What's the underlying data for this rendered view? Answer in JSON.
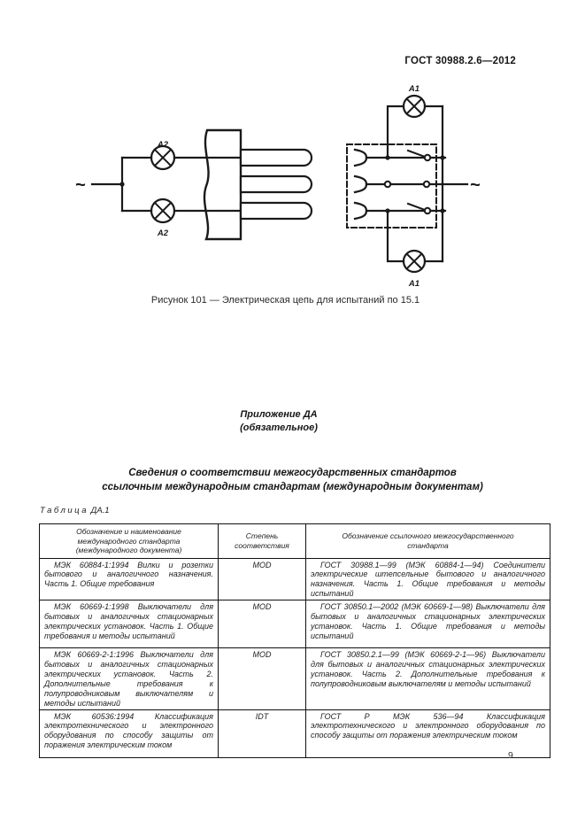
{
  "page": {
    "header": "ГОСТ 30988.2.6—2012",
    "page_number": "9"
  },
  "figure": {
    "caption": "Рисунок 101 — Электрическая цепь для испытаний по 15.1",
    "labels": {
      "lamp_top_left": "А2",
      "lamp_bottom_left": "А2",
      "lamp_top_right": "А1",
      "lamp_bottom_right": "А1",
      "ac_left": "~",
      "ac_right": "~"
    }
  },
  "annex": {
    "title": "Приложение ДА",
    "subtitle": "(обязательное)",
    "heading_line1": "Сведения о соответствии межгосударственных стандартов",
    "heading_line2": "ссылочным международным стандартам (международным документам)"
  },
  "table": {
    "label_word": "Таблица",
    "label_number": "ДА.1",
    "headers": [
      "Обозначение и наименование международного стандарта (международного документа)",
      "Степень соответствия",
      "Обозначение ссылочного межгосударственного стандарта"
    ],
    "rows": [
      {
        "intl": "МЭК 60884-1:1994 Вилки и розетки бытового и аналогичного назначения. Часть 1. Общие требования",
        "degree": "MOD",
        "gost": "ГОСТ 30988.1—99 (МЭК 60884-1—94) Соединители электрические штепсельные бытового и аналогичного назначения. Часть 1. Общие требования и методы испытаний"
      },
      {
        "intl": "МЭК 60669-1:1998 Выключатели для бытовых и аналогичных стационарных электрических установок. Часть 1. Общие требования и методы испытаний",
        "degree": "MOD",
        "gost": "ГОСТ 30850.1—2002 (МЭК 60669-1—98) Выключатели для бытовых и аналогичных стационарных электрических установок. Часть 1. Общие требования и методы испытаний"
      },
      {
        "intl": "МЭК 60669-2-1:1996 Выключатели для бытовых и аналогичных стационарных электрических установок. Часть 2. Дополнительные требования к полупроводниковым выключателям и методы испытаний",
        "degree": "MOD",
        "gost": "ГОСТ 30850.2.1—99 (МЭК 60669-2-1—96) Выключатели для бытовых и аналогичных стационарных электрических установок. Часть 2. Дополнительные требования к полупроводниковым выключателям и методы испытаний"
      },
      {
        "intl": "МЭК 60536:1994 Классификация электротехнического и электронного оборудования по способу защиты от поражения электрическим током",
        "degree": "IDT",
        "gost": "ГОСТ Р МЭК 536—94 Классификация электротехнического и электронного оборудования по способу защиты от поражения электрическим током"
      }
    ]
  }
}
